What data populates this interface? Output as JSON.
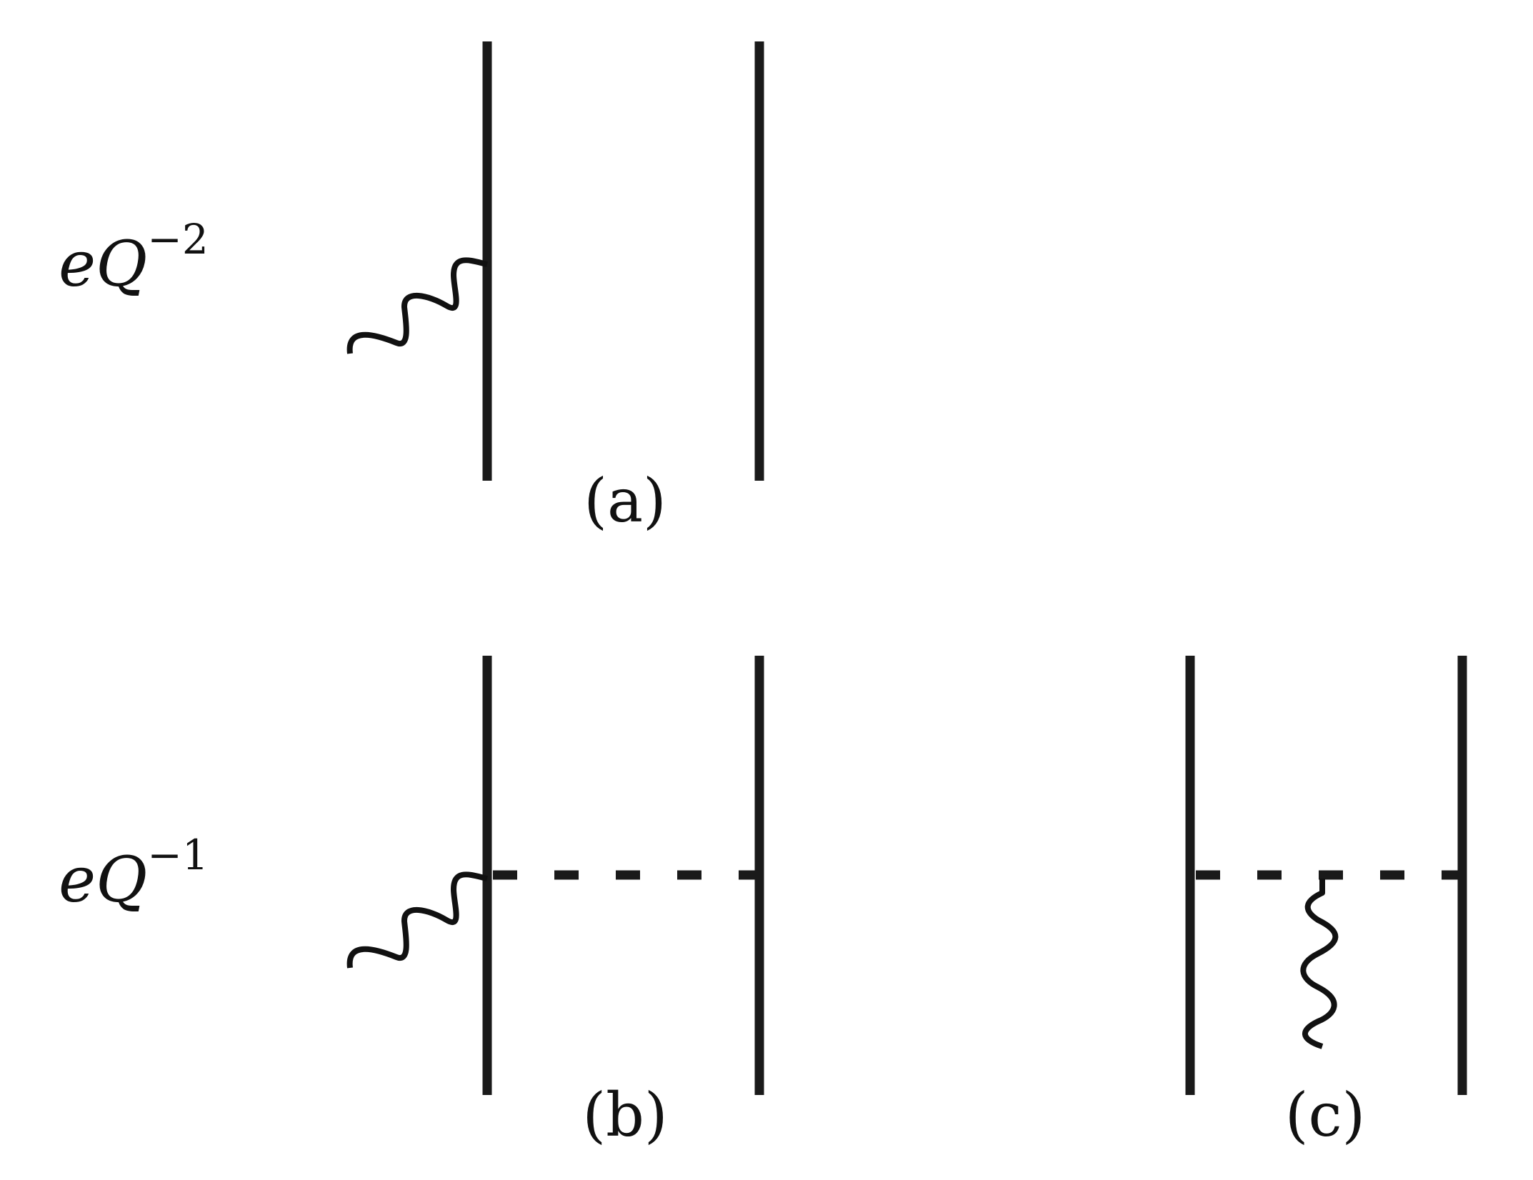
{
  "rows": [
    {
      "order_base": "eQ",
      "order_exponent": "−2"
    },
    {
      "order_base": "eQ",
      "order_exponent": "−1"
    }
  ],
  "panels": [
    {
      "caption": "(a)"
    },
    {
      "caption": "(b)"
    },
    {
      "caption": "(c)"
    }
  ],
  "colors": {
    "ink": "#1a1a1a",
    "background": "#ffffff"
  }
}
